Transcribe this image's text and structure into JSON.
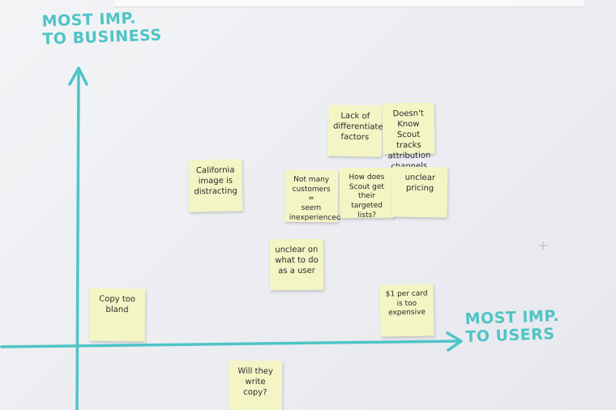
{
  "axes": {
    "y_label": "MOST IMP.\nTO BUSINESS",
    "x_label": "MOST IMP.\nTO USERS",
    "color": "#4fc4c6"
  },
  "notes": [
    {
      "id": "lack-of-differentiated-factors",
      "text": "Lack of\ndifferentiated\nfactors"
    },
    {
      "id": "scout-tracks-attribution",
      "text": "Doesn't Know\nScout tracks\nattribution\nchannels"
    },
    {
      "id": "california-image",
      "text": "California\nimage is\ndistracting"
    },
    {
      "id": "not-many-customers",
      "text": "Not many\ncustomers =\nseem\ninexperienced"
    },
    {
      "id": "how-does-scout-get-lists",
      "text": "How does\nScout get\ntheir targeted\nlists?"
    },
    {
      "id": "unclear-pricing",
      "text": "unclear\npricing"
    },
    {
      "id": "unclear-what-to-do",
      "text": "unclear on\nwhat to do\nas a user"
    },
    {
      "id": "copy-too-bland",
      "text": "Copy too\nbland"
    },
    {
      "id": "one-dollar-per-card",
      "text": "$1 per card\nis too expensive"
    },
    {
      "id": "will-they-write-copy",
      "text": "Will they\nwrite copy?"
    }
  ],
  "note_color": "#f4f5c5"
}
